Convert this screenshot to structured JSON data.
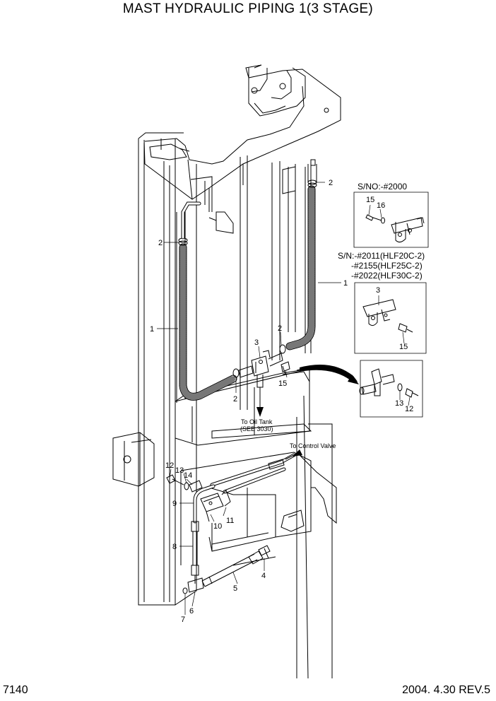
{
  "title": "MAST HYDRAULIC PIPING 1(3 STAGE)",
  "page_number": "7140",
  "revision": "2004. 4.30 REV.5",
  "callouts": {
    "c1_left": "1",
    "c1_right": "1",
    "c2_top_right": "2",
    "c2_left": "2",
    "c2_mid": "2",
    "c2_bottom": "2",
    "c3": "3",
    "c15": "15",
    "c12": "12",
    "c13": "13",
    "c14": "14",
    "c9": "9",
    "c11": "11",
    "c10": "10",
    "c8": "8",
    "c5": "5",
    "c4": "4",
    "c7": "7",
    "c6": "6"
  },
  "notes": {
    "to_oil_tank": "To Oil Tank",
    "see_3030": "(SEE 3030)",
    "to_control_valve": "To Control Valve"
  },
  "detail_top": {
    "serial": "S/NO:-#2000",
    "c15": "15",
    "c16": "16"
  },
  "detail_middle": {
    "serial_1": "S/N:-#2011(HLF20C-2)",
    "serial_2": "-#2155(HLF25C-2)",
    "serial_3": "-#2022(HLF30C-2)",
    "c3": "3",
    "c15": "15"
  },
  "detail_bottom": {
    "c13": "13",
    "c12": "12"
  }
}
